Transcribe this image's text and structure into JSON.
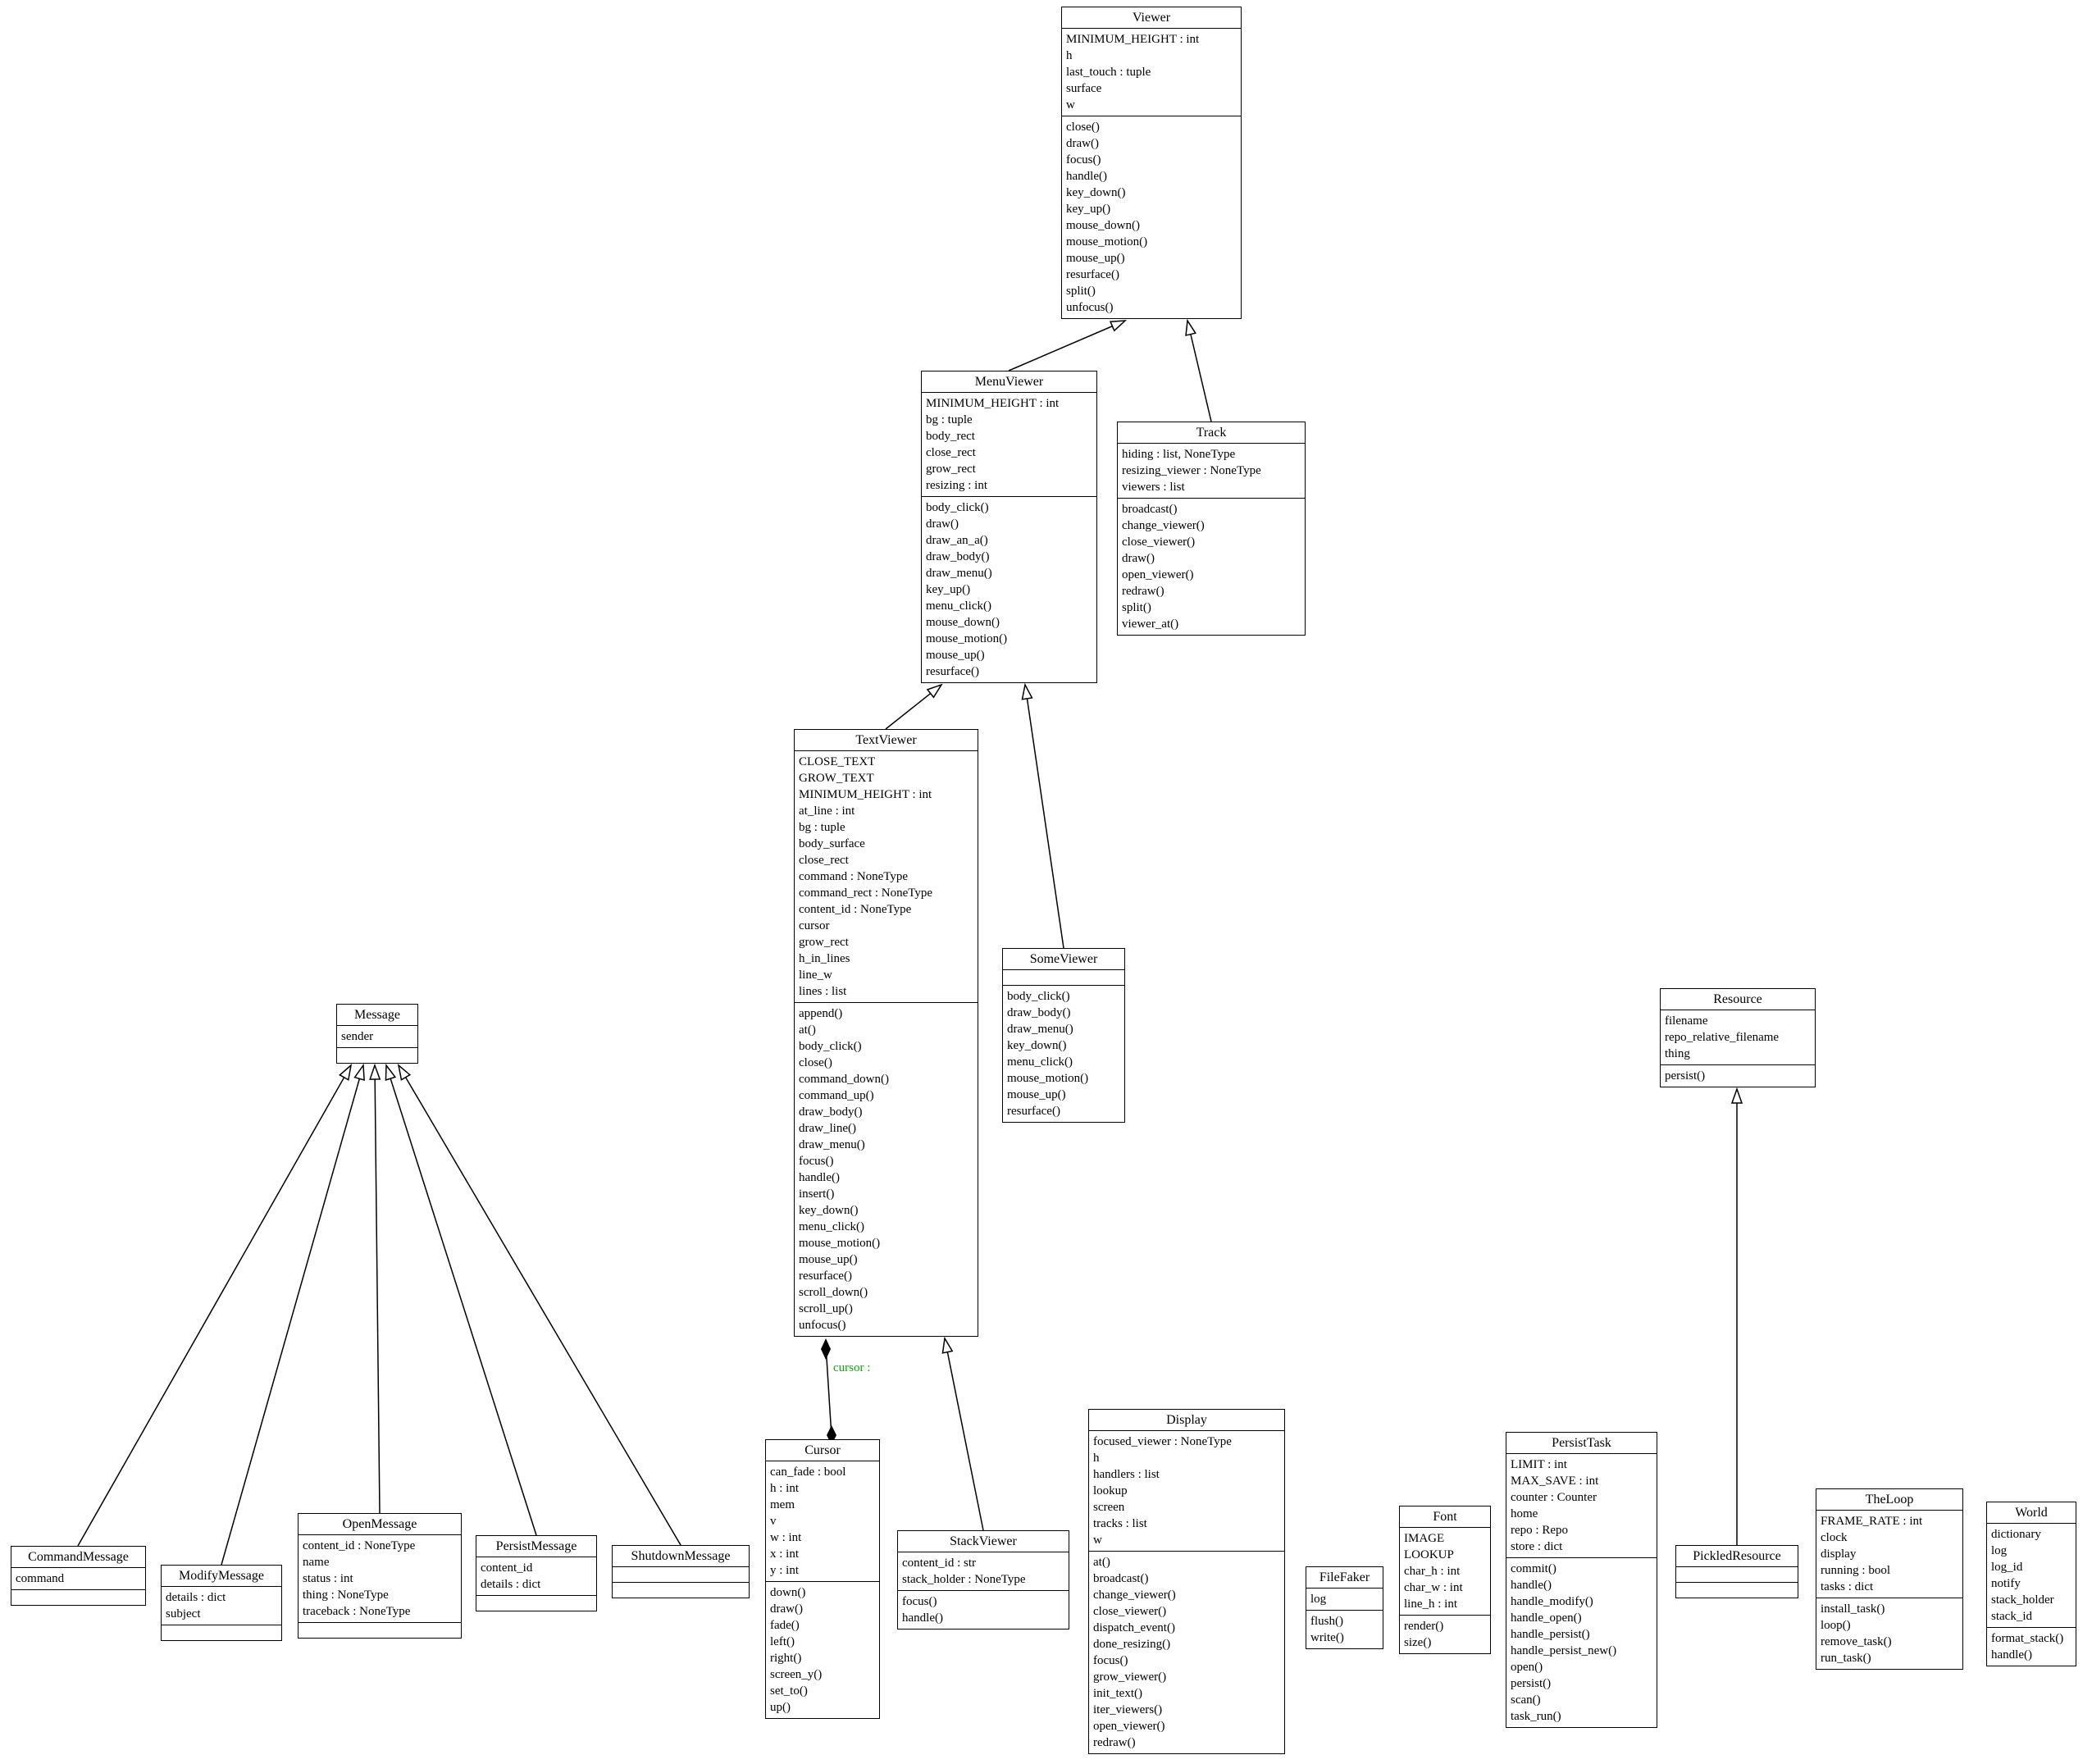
{
  "diagram": {
    "background_color": "#ffffff",
    "box_border_color": "#000000",
    "edge_color": "#000000",
    "association_label": "cursor :",
    "association_label_color": "#00b400"
  },
  "classes": {
    "viewer": {
      "name": "Viewer",
      "attributes": [
        "MINIMUM_HEIGHT : int",
        "h",
        "last_touch : tuple",
        "surface",
        "w"
      ],
      "methods": [
        "close()",
        "draw()",
        "focus()",
        "handle()",
        "key_down()",
        "key_up()",
        "mouse_down()",
        "mouse_motion()",
        "mouse_up()",
        "resurface()",
        "split()",
        "unfocus()"
      ]
    },
    "menu_viewer": {
      "name": "MenuViewer",
      "attributes": [
        "MINIMUM_HEIGHT : int",
        "bg : tuple",
        "body_rect",
        "close_rect",
        "grow_rect",
        "resizing : int"
      ],
      "methods": [
        "body_click()",
        "draw()",
        "draw_an_a()",
        "draw_body()",
        "draw_menu()",
        "key_up()",
        "menu_click()",
        "mouse_down()",
        "mouse_motion()",
        "mouse_up()",
        "resurface()"
      ]
    },
    "track": {
      "name": "Track",
      "attributes": [
        "hiding : list, NoneType",
        "resizing_viewer : NoneType",
        "viewers : list"
      ],
      "methods": [
        "broadcast()",
        "change_viewer()",
        "close_viewer()",
        "draw()",
        "open_viewer()",
        "redraw()",
        "split()",
        "viewer_at()"
      ]
    },
    "text_viewer": {
      "name": "TextViewer",
      "attributes": [
        "CLOSE_TEXT",
        "GROW_TEXT",
        "MINIMUM_HEIGHT : int",
        "at_line : int",
        "bg : tuple",
        "body_surface",
        "close_rect",
        "command : NoneType",
        "command_rect : NoneType",
        "content_id : NoneType",
        "cursor",
        "grow_rect",
        "h_in_lines",
        "line_w",
        "lines : list"
      ],
      "methods": [
        "append()",
        "at()",
        "body_click()",
        "close()",
        "command_down()",
        "command_up()",
        "draw_body()",
        "draw_line()",
        "draw_menu()",
        "focus()",
        "handle()",
        "insert()",
        "key_down()",
        "menu_click()",
        "mouse_motion()",
        "mouse_up()",
        "resurface()",
        "scroll_down()",
        "scroll_up()",
        "unfocus()"
      ]
    },
    "some_viewer": {
      "name": "SomeViewer",
      "attributes": [],
      "methods": [
        "body_click()",
        "draw_body()",
        "draw_menu()",
        "key_down()",
        "menu_click()",
        "mouse_motion()",
        "mouse_up()",
        "resurface()"
      ]
    },
    "message": {
      "name": "Message",
      "attributes": [
        "sender"
      ],
      "methods": []
    },
    "command_message": {
      "name": "CommandMessage",
      "attributes": [
        "command"
      ],
      "methods": []
    },
    "modify_message": {
      "name": "ModifyMessage",
      "attributes": [
        "details : dict",
        "subject"
      ],
      "methods": []
    },
    "open_message": {
      "name": "OpenMessage",
      "attributes": [
        "content_id : NoneType",
        "name",
        "status : int",
        "thing : NoneType",
        "traceback : NoneType"
      ],
      "methods": []
    },
    "persist_message": {
      "name": "PersistMessage",
      "attributes": [
        "content_id",
        "details : dict"
      ],
      "methods": []
    },
    "shutdown_message": {
      "name": "ShutdownMessage",
      "attributes": [],
      "methods": []
    },
    "cursor": {
      "name": "Cursor",
      "attributes": [
        "can_fade : bool",
        "h : int",
        "mem",
        "v",
        "w : int",
        "x : int",
        "y : int"
      ],
      "methods": [
        "down()",
        "draw()",
        "fade()",
        "left()",
        "right()",
        "screen_y()",
        "set_to()",
        "up()"
      ]
    },
    "stack_viewer": {
      "name": "StackViewer",
      "attributes": [
        "content_id : str",
        "stack_holder : NoneType"
      ],
      "methods": [
        "focus()",
        "handle()"
      ]
    },
    "display": {
      "name": "Display",
      "attributes": [
        "focused_viewer : NoneType",
        "h",
        "handlers : list",
        "lookup",
        "screen",
        "tracks : list",
        "w"
      ],
      "methods": [
        "at()",
        "broadcast()",
        "change_viewer()",
        "close_viewer()",
        "dispatch_event()",
        "done_resizing()",
        "focus()",
        "grow_viewer()",
        "init_text()",
        "iter_viewers()",
        "open_viewer()",
        "redraw()"
      ]
    },
    "file_faker": {
      "name": "FileFaker",
      "attributes": [
        "log"
      ],
      "methods": [
        "flush()",
        "write()"
      ]
    },
    "font": {
      "name": "Font",
      "attributes": [
        "IMAGE",
        "LOOKUP",
        "char_h : int",
        "char_w : int",
        "line_h : int"
      ],
      "methods": [
        "render()",
        "size()"
      ]
    },
    "persist_task": {
      "name": "PersistTask",
      "attributes": [
        "LIMIT : int",
        "MAX_SAVE : int",
        "counter : Counter",
        "home",
        "repo : Repo",
        "store : dict"
      ],
      "methods": [
        "commit()",
        "handle()",
        "handle_modify()",
        "handle_open()",
        "handle_persist()",
        "handle_persist_new()",
        "open()",
        "persist()",
        "scan()",
        "task_run()"
      ]
    },
    "resource": {
      "name": "Resource",
      "attributes": [
        "filename",
        "repo_relative_filename",
        "thing"
      ],
      "methods": [
        "persist()"
      ]
    },
    "pickled_resource": {
      "name": "PickledResource",
      "attributes": [],
      "methods": []
    },
    "the_loop": {
      "name": "TheLoop",
      "attributes": [
        "FRAME_RATE : int",
        "clock",
        "display",
        "running : bool",
        "tasks : dict"
      ],
      "methods": [
        "install_task()",
        "loop()",
        "remove_task()",
        "run_task()"
      ]
    },
    "world": {
      "name": "World",
      "attributes": [
        "dictionary",
        "log",
        "log_id",
        "notify",
        "stack_holder",
        "stack_id"
      ],
      "methods": [
        "format_stack()",
        "handle()"
      ]
    }
  },
  "edges": [
    {
      "type": "inheritance",
      "from": "MenuViewer",
      "to": "Viewer"
    },
    {
      "type": "inheritance",
      "from": "Track",
      "to": "Viewer"
    },
    {
      "type": "inheritance",
      "from": "TextViewer",
      "to": "MenuViewer"
    },
    {
      "type": "inheritance",
      "from": "SomeViewer",
      "to": "MenuViewer"
    },
    {
      "type": "inheritance",
      "from": "CommandMessage",
      "to": "Message"
    },
    {
      "type": "inheritance",
      "from": "ModifyMessage",
      "to": "Message"
    },
    {
      "type": "inheritance",
      "from": "OpenMessage",
      "to": "Message"
    },
    {
      "type": "inheritance",
      "from": "PersistMessage",
      "to": "Message"
    },
    {
      "type": "inheritance",
      "from": "ShutdownMessage",
      "to": "Message"
    },
    {
      "type": "inheritance",
      "from": "StackViewer",
      "to": "TextViewer"
    },
    {
      "type": "inheritance",
      "from": "PickledResource",
      "to": "Resource"
    },
    {
      "type": "composition",
      "from": "TextViewer",
      "to": "Cursor",
      "label": "cursor :"
    }
  ]
}
